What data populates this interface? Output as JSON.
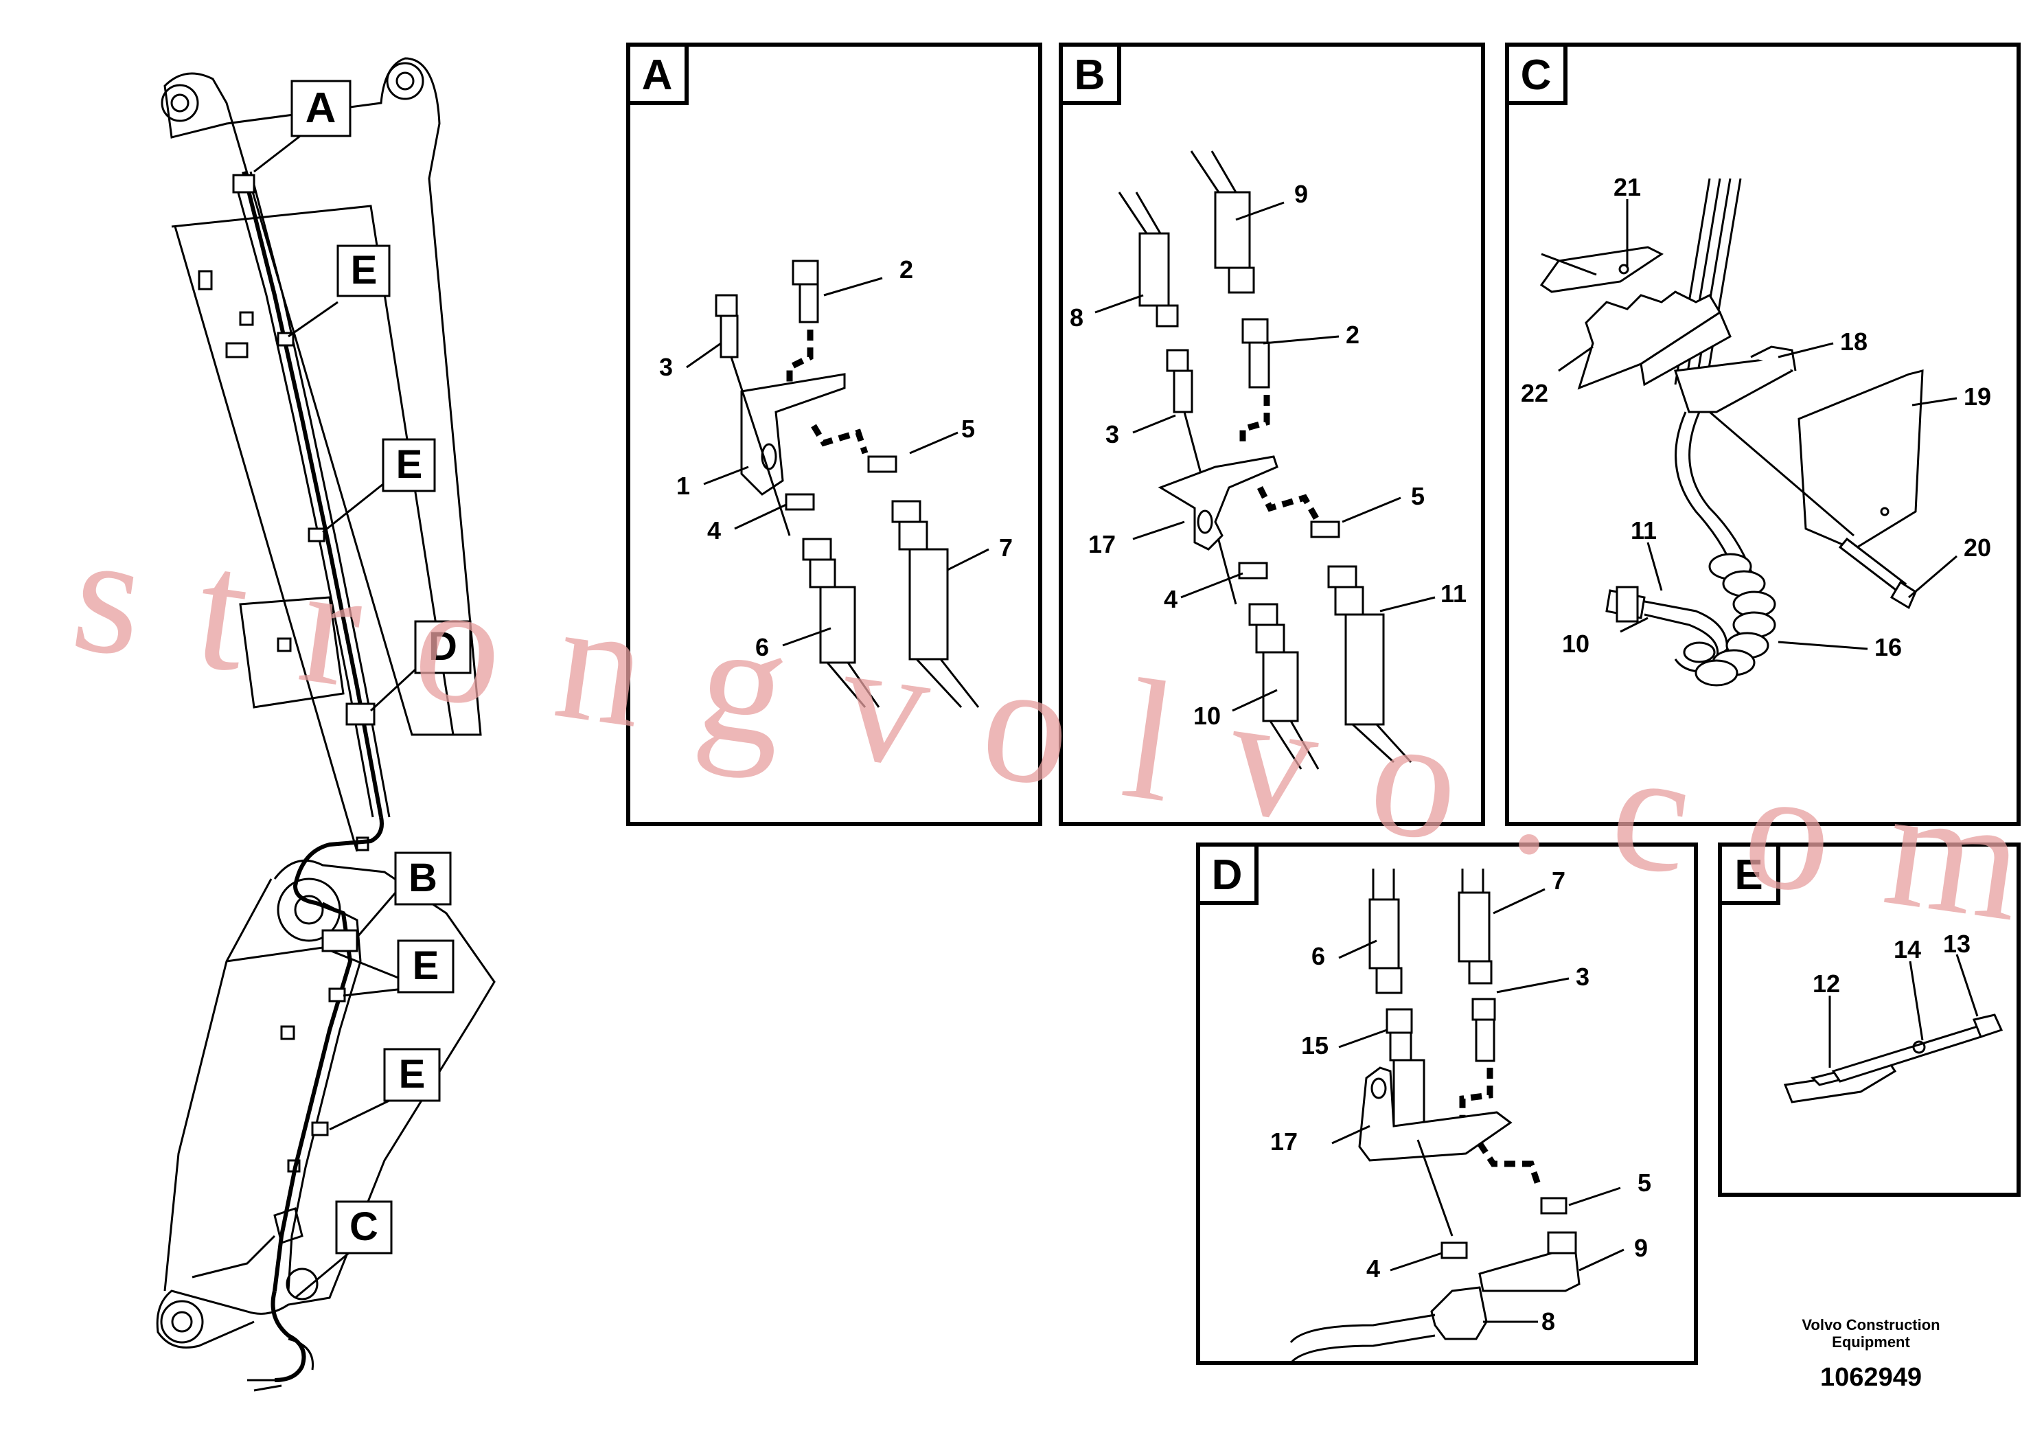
{
  "panels": {
    "A": {
      "letter": "A",
      "callouts": [
        "1",
        "2",
        "3",
        "4",
        "5",
        "6",
        "7"
      ]
    },
    "B": {
      "letter": "B",
      "callouts": [
        "2",
        "3",
        "4",
        "5",
        "8",
        "9",
        "10",
        "11",
        "17"
      ]
    },
    "C": {
      "letter": "C",
      "callouts": [
        "10",
        "11",
        "16",
        "18",
        "19",
        "20",
        "21",
        "22"
      ]
    },
    "D": {
      "letter": "D",
      "callouts": [
        "3",
        "4",
        "5",
        "6",
        "7",
        "8",
        "9",
        "15",
        "17"
      ]
    },
    "E": {
      "letter": "E",
      "callouts": [
        "12",
        "13",
        "14"
      ]
    }
  },
  "overview_tags": [
    "A",
    "E",
    "E",
    "D",
    "B",
    "E",
    "E",
    "C"
  ],
  "watermark": "strongvolvo.com",
  "footer": {
    "company_line1": "Volvo Construction",
    "company_line2": "Equipment",
    "drawing_number": "1062949"
  }
}
